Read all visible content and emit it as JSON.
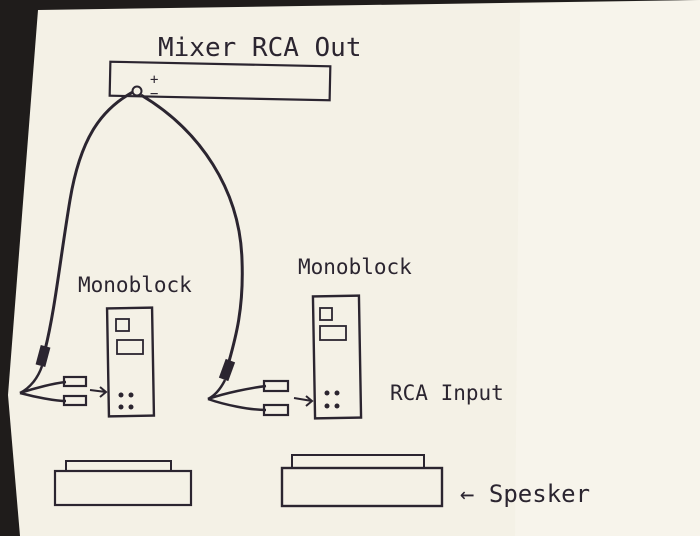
{
  "labels": {
    "mixer": "Mixer RCA Out",
    "plus": "+",
    "minus": "−",
    "monoblock_left": "Monoblock",
    "monoblock_right": "Monoblock",
    "rca_input": "RCA Input",
    "speaker": "← Spesker"
  },
  "colors": {
    "paper": "#f4f1e6",
    "ink": "#2b2530",
    "background": "#1f1c1b"
  }
}
